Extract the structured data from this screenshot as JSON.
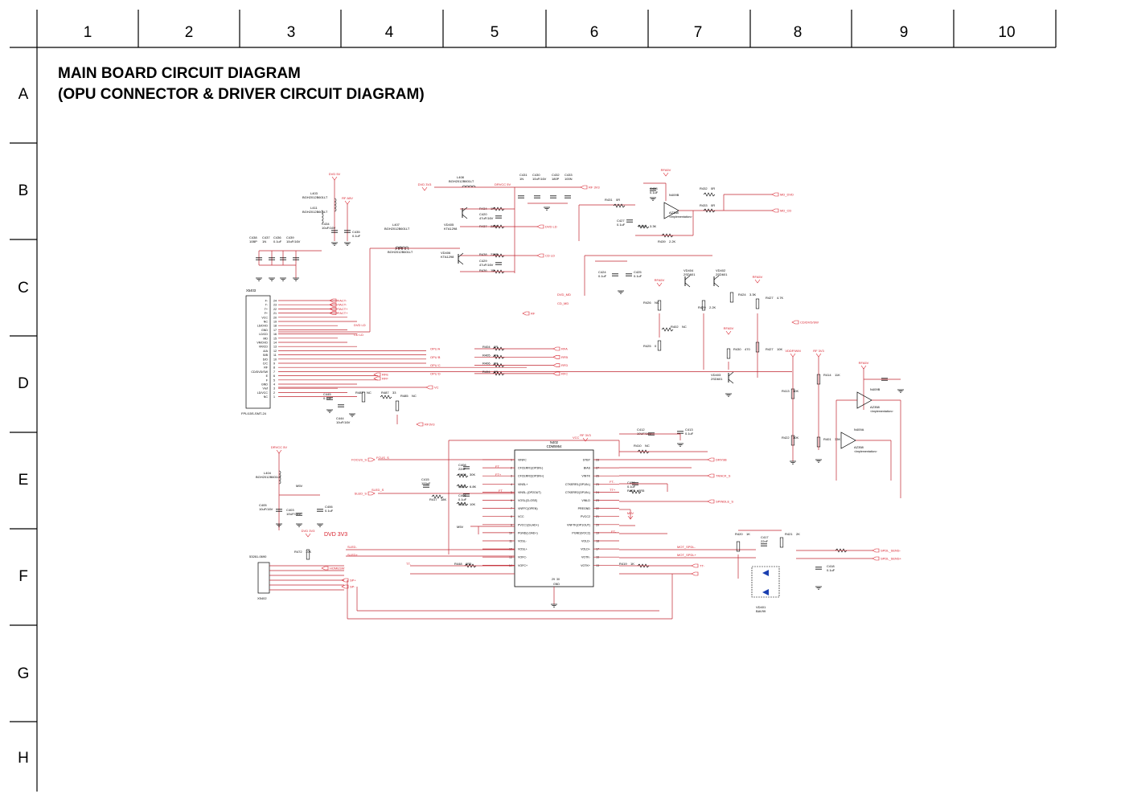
{
  "frame": {
    "columns": [
      "1",
      "2",
      "3",
      "4",
      "5",
      "6",
      "7",
      "8",
      "9",
      "10"
    ],
    "rows": [
      "A",
      "B",
      "C",
      "D",
      "E",
      "F",
      "G",
      "H"
    ]
  },
  "title": {
    "line1": "MAIN BOARD CIRCUIT DIAGRAM",
    "line2": "(OPU CONNECTOR & DRIVER CIRCUIT DIAGRAM)"
  },
  "colors": {
    "wire": "#c0242f",
    "net_label": "#d8202c",
    "ink": "#000000",
    "border": "#000000"
  },
  "connectors": {
    "x5403": {
      "ref": "X5403",
      "part": "FPLI15S-SMT-24",
      "pins": [
        "F-",
        "T-",
        "T+",
        "F+",
        "VCC",
        "NC",
        "LD/DVD",
        "GND",
        "LD/CD",
        "MD",
        "VR/DVD",
        "VR/CD",
        "A/A",
        "B/B",
        "D/D",
        "C/C",
        "RF",
        "CD/DVD/SW",
        "E",
        "F",
        "GND",
        "Vref",
        "LD/VCC",
        "NC"
      ],
      "numbers": [
        "24",
        "23",
        "22",
        "21",
        "20",
        "19",
        "18",
        "17",
        "16",
        "15",
        "14",
        "13",
        "12",
        "11",
        "10",
        "9",
        "8",
        "7",
        "6",
        "5",
        "4",
        "3",
        "2",
        "1"
      ]
    },
    "x5402": {
      "ref": "X5402",
      "part": "53261-0690"
    }
  },
  "ic": {
    "ref": "N402",
    "part": "CDM5954",
    "supply": "VCC",
    "left_pins": [
      {
        "num": "1",
        "name": "VINFC"
      },
      {
        "num": "2",
        "name": "CFCERR1(OP3IN-)"
      },
      {
        "num": "3",
        "name": "CFCERR2(OP3IN+)"
      },
      {
        "num": "4",
        "name": "VINSL+"
      },
      {
        "num": "5",
        "name": "VINSL-(OP2OUT)"
      },
      {
        "num": "6",
        "name": "VOSL(CLOSE)"
      },
      {
        "num": "7",
        "name": "VNFFC(OPEN)"
      },
      {
        "num": "8",
        "name": "VCC"
      },
      {
        "num": "9",
        "name": "PVCC1(SLAD+)"
      },
      {
        "num": "10",
        "name": "PGND(LOAD+)"
      },
      {
        "num": "11",
        "name": "VOSL-"
      },
      {
        "num": "12",
        "name": "VOSL+"
      },
      {
        "num": "13",
        "name": "VOFC-"
      },
      {
        "num": "14",
        "name": "VOFC+"
      }
    ],
    "right_pins": [
      {
        "num": "28",
        "name": "STBY"
      },
      {
        "num": "27",
        "name": "BIAS"
      },
      {
        "num": "26",
        "name": "VINTK"
      },
      {
        "num": "25",
        "name": "CTKERR1(OP1IN-)"
      },
      {
        "num": "24",
        "name": "CTKERR2(OP1IN-)"
      },
      {
        "num": "23",
        "name": "VINLD"
      },
      {
        "num": "22",
        "name": "PREGND"
      },
      {
        "num": "21",
        "name": "PVCC2"
      },
      {
        "num": "20",
        "name": "VNFTK(OP1OUT)"
      },
      {
        "num": "19",
        "name": "PGND(VOC2)"
      },
      {
        "num": "18",
        "name": "VOLD-"
      },
      {
        "num": "17",
        "name": "VOLD+"
      },
      {
        "num": "16",
        "name": "VOTK-"
      },
      {
        "num": "15",
        "name": "VOTK+"
      }
    ],
    "ground_pins": [
      "29",
      "30"
    ],
    "ground_label": "GND"
  },
  "opamps": [
    {
      "ref": "N409B",
      "part": "AZ358",
      "note": "<Implementation>"
    },
    {
      "ref": "N409B",
      "part": "AZ358",
      "note": "<Implementation>"
    },
    {
      "ref": "N409A",
      "part": "AZ358",
      "note": "<Implementation>"
    }
  ],
  "transistors": [
    {
      "ref": "VD405",
      "part": "KTA1298"
    },
    {
      "ref": "VD406",
      "part": "KTA1298"
    },
    {
      "ref": "VD404",
      "part": "2SD601"
    },
    {
      "ref": "VD402",
      "part": "2SD601"
    },
    {
      "ref": "VD403",
      "part": "2SD601"
    }
  ],
  "diode": {
    "ref": "VD401",
    "part": "BAV99"
  },
  "inductors": [
    {
      "ref": "L403",
      "part": "BGH2012B601LT"
    },
    {
      "ref": "L411",
      "part": "BGH2012B601LT"
    },
    {
      "ref": "L408",
      "part": "BGH2012B601LT"
    },
    {
      "ref": "L407",
      "part": "BGH2012B601LT"
    },
    {
      "ref": "L409",
      "part": "BGH2012B601LT"
    },
    {
      "ref": "L404",
      "part": "BGH2012B601LT"
    }
  ],
  "capacitors": [
    {
      "ref": "C438",
      "value": "10BP"
    },
    {
      "ref": "C437",
      "value": "1N"
    },
    {
      "ref": "C436",
      "value": "0.1uF"
    },
    {
      "ref": "C439",
      "value": "10uF/16V"
    },
    {
      "ref": "C434",
      "value": "10uF/16V"
    },
    {
      "ref": "C435",
      "value": "0.1uF"
    },
    {
      "ref": "C431",
      "value": "1N"
    },
    {
      "ref": "C430",
      "value": "10uF/16V"
    },
    {
      "ref": "C432",
      "value": "180P"
    },
    {
      "ref": "C433",
      "value": "100N"
    },
    {
      "ref": "C429",
      "value": "47uF/16V"
    },
    {
      "ref": "C420",
      "value": "47uF/16V"
    },
    {
      "ref": "C428",
      "value": "0.1uF"
    },
    {
      "ref": "C427",
      "value": "0.1uF"
    },
    {
      "ref": "C424",
      "value": "0.1uF"
    },
    {
      "ref": "C425",
      "value": "0.1uF"
    },
    {
      "ref": "C445",
      "value": "0.1uF"
    },
    {
      "ref": "C444",
      "value": "10uF/16V"
    },
    {
      "ref": "C412",
      "value": "10UF/16V"
    },
    {
      "ref": "C413",
      "value": "0.1uF"
    },
    {
      "ref": "C414",
      "value": "0.1uF"
    },
    {
      "ref": "C409",
      "value": "0.1uF"
    },
    {
      "ref": "C410",
      "value": "100pF"
    },
    {
      "ref": "C415",
      "value": "100pF"
    },
    {
      "ref": "C408",
      "value": "22nF"
    },
    {
      "ref": "C405",
      "value": "10uF/16V"
    },
    {
      "ref": "C406",
      "value": "0.1uF"
    },
    {
      "ref": "C403",
      "value": "10UF/16V"
    },
    {
      "ref": "C417",
      "value": "22nF"
    },
    {
      "ref": "C418",
      "value": "0.1uF"
    }
  ],
  "resistors": [
    {
      "ref": "R434",
      "value": "1R"
    },
    {
      "ref": "R437",
      "value": "220R"
    },
    {
      "ref": "R438",
      "value": "220R"
    },
    {
      "ref": "R436",
      "value": "1R"
    },
    {
      "ref": "R431",
      "value": "0R"
    },
    {
      "ref": "R435",
      "value": "3.3K"
    },
    {
      "ref": "R439",
      "value": "2.2K"
    },
    {
      "ref": "R432",
      "value": "0R"
    },
    {
      "ref": "R433",
      "value": "0R"
    },
    {
      "ref": "R426",
      "value": "NC"
    },
    {
      "ref": "R402",
      "value": "NC"
    },
    {
      "ref": "R429",
      "value": "2.2K"
    },
    {
      "ref": "R424",
      "value": "3.3K"
    },
    {
      "ref": "R427",
      "value": "4.7K"
    },
    {
      "ref": "R425",
      "value": "0"
    },
    {
      "ref": "R430",
      "value": "470"
    },
    {
      "ref": "R427",
      "value": "10K"
    },
    {
      "ref": "R404",
      "value": "0R"
    },
    {
      "ref": "R405",
      "value": "0R"
    },
    {
      "ref": "R406",
      "value": "0R"
    },
    {
      "ref": "R494",
      "value": "0R"
    },
    {
      "ref": "R482",
      "value": "NC"
    },
    {
      "ref": "R487",
      "value": "33"
    },
    {
      "ref": "R485",
      "value": "NC"
    },
    {
      "ref": "R413",
      "value": "10K"
    },
    {
      "ref": "R414",
      "value": "11K"
    },
    {
      "ref": "R422",
      "value": "10K"
    },
    {
      "ref": "R401",
      "value": "33K"
    },
    {
      "ref": "R416",
      "value": "18K"
    },
    {
      "ref": "R411",
      "value": "47K"
    },
    {
      "ref": "R410",
      "value": "NC"
    },
    {
      "ref": "R408",
      "value": "30K"
    },
    {
      "ref": "R409",
      "value": "6.8K"
    },
    {
      "ref": "R417",
      "value": "18K"
    },
    {
      "ref": "R472",
      "value": "10K"
    },
    {
      "ref": "R403",
      "value": "0R5"
    },
    {
      "ref": "R448",
      "value": "0R5"
    },
    {
      "ref": "R419",
      "value": "1K"
    },
    {
      "ref": "R420",
      "value": "1K"
    },
    {
      "ref": "R421",
      "value": "2K"
    }
  ],
  "nets": {
    "power": [
      "DVD 5V",
      "RF A5V",
      "DVD 3V3",
      "RF 3V3",
      "RF3V3",
      "RFA5V",
      "M5V",
      "VDDP/WM",
      "DRVCC 5V",
      "DVD 3V3"
    ],
    "signals": [
      "FACT-",
      "TACT-",
      "TACT+",
      "FACT+",
      "DVD LD",
      "CD LD",
      "DVD_MD",
      "CD_MD",
      "RF",
      "CD/DVD/SW",
      "OPU A",
      "OPU B",
      "OPU C",
      "OPU D",
      "RFA",
      "RFB",
      "RFD",
      "RFC",
      "RFE",
      "RFF",
      "VC",
      "MD_DVD",
      "MD_CD",
      "FOCUS_S",
      "FCUS_S",
      "SLED_S",
      "DRVSB",
      "TRACK_S",
      "SPINDLE_S",
      "SLED-",
      "SLED+",
      "MOT_SPDL-",
      "MOT_SPDL+",
      "SPDL_SENS-",
      "SPDL_SENS+",
      "HOMESW",
      "SP+",
      "SP-",
      "TACT-",
      "TACT+",
      "FT",
      "FT+",
      "FT-",
      "TT+",
      "TT-"
    ],
    "dvd33_label": "DVD 3V3"
  }
}
